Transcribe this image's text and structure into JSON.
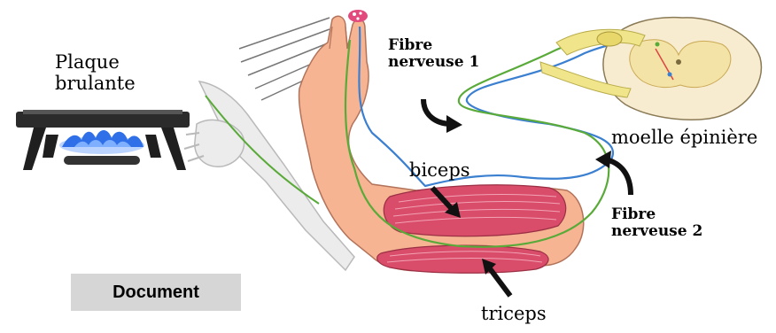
{
  "labels": {
    "plaque": "Plaque\nbrulante",
    "biceps": "biceps",
    "triceps": "triceps",
    "moelle": "moelle épinière",
    "fibre1": "Fibre\nnerveuse 1",
    "fibre2": "Fibre\nnerveuse 2"
  },
  "badge": "Document",
  "colors": {
    "skin": "#f6b493",
    "muscle": "#d94c6a",
    "fibre_sensory": "#3a7fd0",
    "fibre_motor": "#5aaa3a",
    "spinal_matter": "#f4e3a6",
    "flame": "#2f6fe8",
    "badge_bg": "#d6d6d6"
  },
  "icons": [
    "hot-plate-icon",
    "flame-icon",
    "spinal-cord-icon",
    "arrow-icon"
  ]
}
